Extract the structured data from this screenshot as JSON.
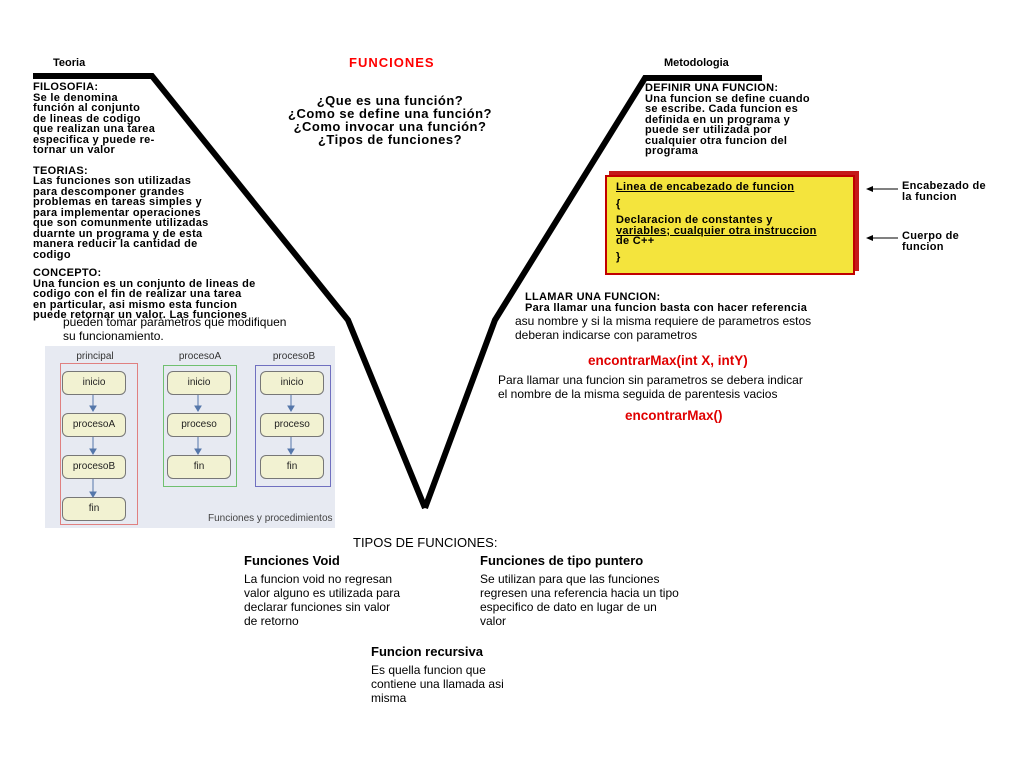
{
  "headers": {
    "left": "Teoria",
    "center": "FUNCIONES",
    "right": "Metodologia"
  },
  "questions": [
    "¿Que es una función?",
    "¿Como se define una función?",
    "¿Como invocar una función?",
    "¿Tipos de funciones?"
  ],
  "teoria": {
    "filosofia_title": "FILOSOFIA:",
    "filosofia_lines": [
      "Se le denomina",
      "función al conjunto",
      "de lineas de codigo",
      "que realizan una tarea",
      "especifica y puede re-",
      "tornar un valor"
    ],
    "teorias_title": "TEORIAS:",
    "teorias_lines": [
      "Las funciones son utilizadas",
      "para descomponer grandes",
      "problemas en tareas simples y",
      "para implementar operaciones",
      "que son comunmente utilizadas",
      "duarnte un programa y de esta",
      "manera reducir la cantidad de",
      "codigo"
    ],
    "concepto_title": "CONCEPTO:",
    "concepto_lines": [
      "Una funcion es un conjunto de lineas de",
      "codigo con el fin de realizar una tarea",
      "en particular, asi mismo esta funcion",
      "puede retornar un valor. Las funciones"
    ],
    "extra_lines": [
      "pueden tomar parámetros que modifiquen",
      "su funcionamiento."
    ]
  },
  "flowchart": {
    "columns": [
      {
        "title": "principal",
        "boxes": [
          "inicio",
          "procesoA",
          "procesoB",
          "fin"
        ]
      },
      {
        "title": "procesoA",
        "boxes": [
          "inicio",
          "proceso",
          "fin"
        ]
      },
      {
        "title": "procesoB",
        "boxes": [
          "inicio",
          "proceso",
          "fin"
        ]
      }
    ],
    "caption": "Funciones y procedimientos"
  },
  "metodologia": {
    "definir_title": "DEFINIR UNA FUNCION:",
    "definir_lines": [
      "Una funcion se define cuando",
      "se escribe. Cada funcion es",
      "definida en un programa y",
      "puede ser utilizada por",
      "cualquier otra funcion del",
      "programa"
    ],
    "box": {
      "header": "Linea de encabezado de funcion",
      "open": "{",
      "body_lines": [
        "Declaracion de constantes y",
        "variables; cualquier otra instruccion",
        "de C++"
      ],
      "close": "}"
    },
    "label_header": [
      "Encabezado de",
      "la funcion"
    ],
    "label_body": [
      "Cuerpo de",
      "funcion"
    ],
    "llamar_title": "LLAMAR UNA FUNCION:",
    "llamar_lines": [
      "Para llamar una funcion basta con hacer referencia",
      "asu nombre y si la misma requiere de parametros estos",
      "deberan indicarse con parametros"
    ],
    "example1": "encontrarMax(int X, intY)",
    "sin_param_lines": [
      "Para llamar una funcion sin parametros se debera indicar",
      "el nombre de la misma seguida de parentesis vacios"
    ],
    "example2": "encontrarMax()"
  },
  "tipos": {
    "title": "TIPOS DE FUNCIONES:",
    "void_title": "Funciones Void",
    "void_lines": [
      "La funcion void no regresan",
      "valor alguno es utilizada para",
      "declarar funciones sin valor",
      "de retorno"
    ],
    "puntero_title": "Funciones de tipo puntero",
    "puntero_lines": [
      "Se utilizan para que las funciones",
      "regresen una referencia hacia un tipo",
      "especifico de dato en lugar de un",
      "valor"
    ],
    "recursiva_title": "Funcion recursiva",
    "recursiva_lines": [
      "Es quella funcion que",
      "contiene una llamada asi",
      "misma"
    ]
  }
}
